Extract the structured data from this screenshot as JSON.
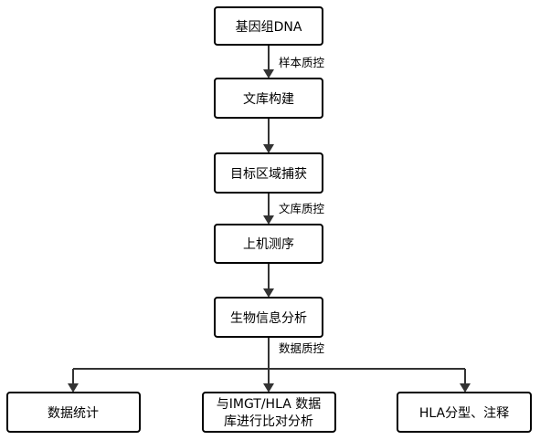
{
  "nodes": {
    "genomic_dna": "基因组DNA",
    "library_construction": "文库构建",
    "target_capture": "目标区域捕获",
    "sequencing": "上机测序",
    "bioinformatics": "生物信息分析",
    "data_statistics": "数据统计",
    "imgt_compare": [
      "与IMGT/HLA  数据",
      "库进行比对分析"
    ],
    "hla_typing": "HLA分型、注释"
  },
  "edges": {
    "sample_qc": "样本质控",
    "library_qc": "文库质控",
    "data_qc": "数据质控"
  },
  "colors": {
    "box_stroke": "#000000",
    "line": "#333333",
    "background": "#ffffff"
  }
}
